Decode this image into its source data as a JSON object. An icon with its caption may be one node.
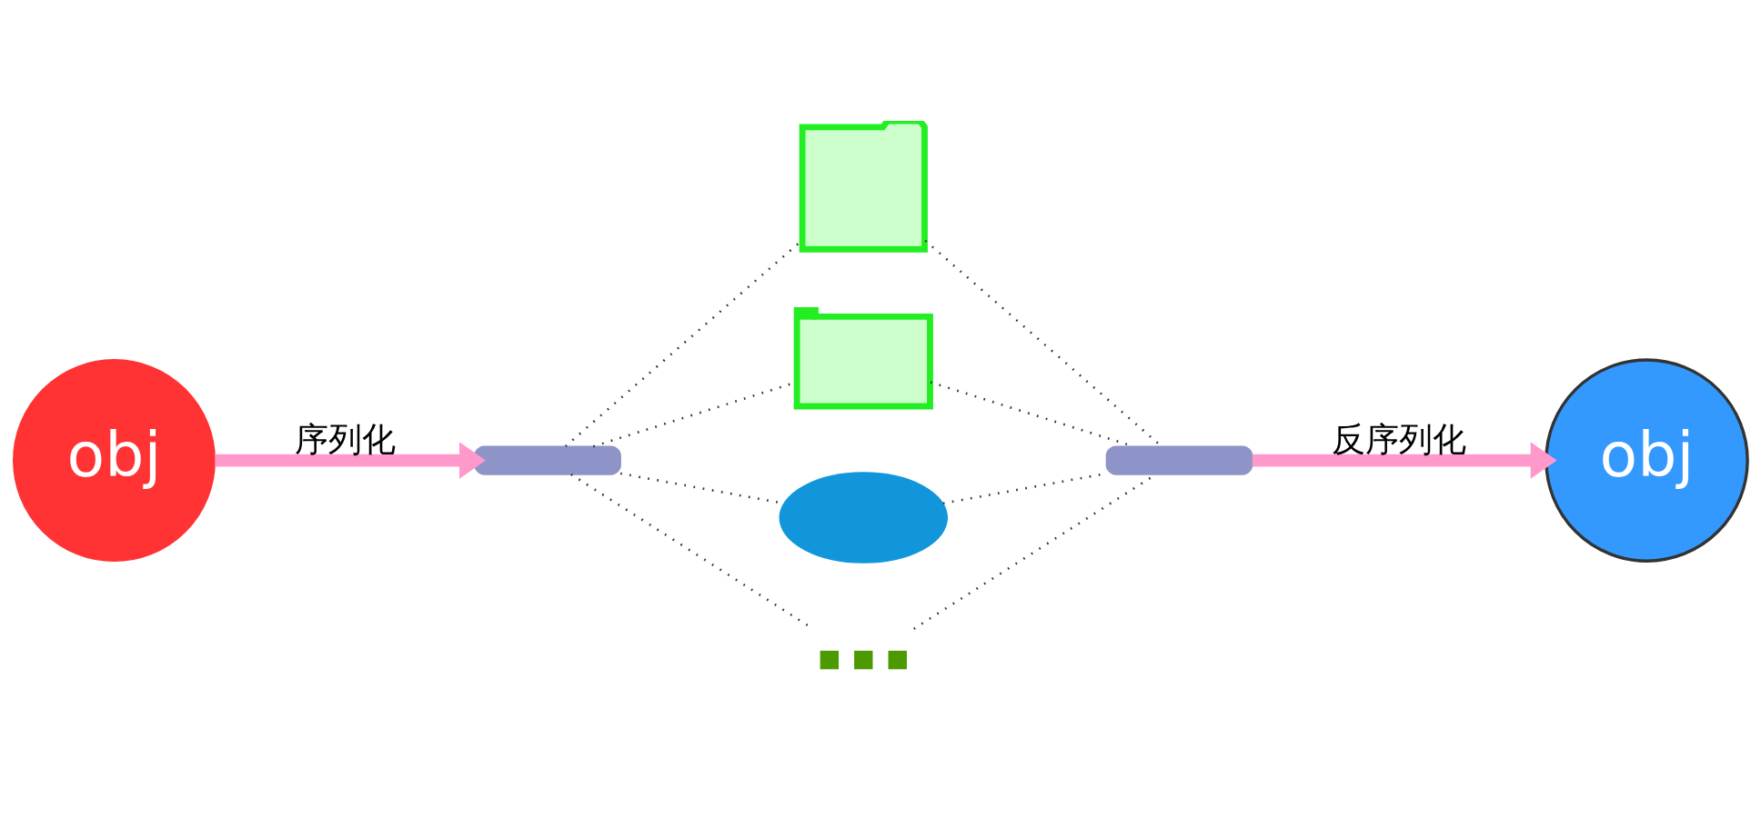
{
  "diagram": {
    "nodes": [
      {
        "text": [
          "obj"
        ]
      },
      {
        "text": [],
        "shape": "wave"
      },
      {
        "text": [],
        "shape": "box"
      },
      {
        "text": [],
        "shape": "tree"
      },
      {
        "text": [],
        "shape": "cloud"
      },
      {
        "text": [],
        "shape": "dots"
      },
      {
        "text": [],
        "shape": "wave"
      },
      {
        "text": [
          "obj"
        ]
      }
    ],
    "edges": [
      {
        "from": 0,
        "to": 1,
        "arrow": "to",
        "label": "序列化",
        "style": "thick",
        "color": "#ff99cc"
      },
      {
        "from": 1,
        "to": 2,
        "arrow": "none",
        "style": "dashed"
      },
      {
        "from": 1,
        "to": 3,
        "arrow": "none",
        "style": "dashed"
      },
      {
        "from": 1,
        "to": 4,
        "arrow": "none",
        "style": "dashed"
      },
      {
        "from": 1,
        "to": 5,
        "arrow": "none",
        "style": "dashed"
      },
      {
        "from": 2,
        "to": 6,
        "arrow": "none",
        "style": "dashed"
      },
      {
        "from": 3,
        "to": 6,
        "arrow": "none",
        "style": "dashed"
      },
      {
        "from": 4,
        "to": 6,
        "arrow": "none",
        "style": "dashed"
      },
      {
        "from": 5,
        "to": 6,
        "arrow": "none",
        "style": "dashed"
      },
      {
        "from": 6,
        "to": 7,
        "arrow": "to",
        "label": "反序列化",
        "style": "thick",
        "color": "#ff99cc"
      }
    ]
  }
}
